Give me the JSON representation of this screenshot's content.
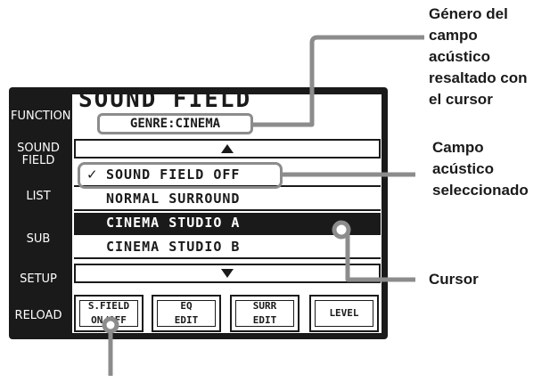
{
  "panel": {
    "side_items": [
      {
        "label": "FUNCTION"
      },
      {
        "label": "SOUND FIELD"
      },
      {
        "label": "LIST"
      },
      {
        "label": "SUB"
      },
      {
        "label": "SETUP"
      },
      {
        "label": "RELOAD"
      }
    ],
    "title": "SOUND FIELD",
    "genre": "GENRE:CINEMA",
    "list": [
      {
        "label": "SOUND FIELD OFF",
        "checked": true
      },
      {
        "label": "NORMAL SURROUND"
      },
      {
        "label": "CINEMA STUDIO A",
        "cursor": true
      },
      {
        "label": "CINEMA STUDIO B"
      }
    ],
    "check_mark": "✓",
    "buttons": [
      {
        "line1": "S.FIELD",
        "line2": "ON/OFF"
      },
      {
        "line1": "EQ",
        "line2": "EDIT"
      },
      {
        "line1": "SURR",
        "line2": "EDIT"
      },
      {
        "line1": "LEVEL",
        "line2": ""
      }
    ]
  },
  "callouts": {
    "genre": [
      "Género del",
      "campo",
      "acústico",
      "resaltado con",
      "el cursor"
    ],
    "selected": [
      "Campo",
      "acústico",
      "seleccionado"
    ],
    "cursor": "Cursor"
  },
  "colors": {
    "panel": "#1a1a1a",
    "leader_line": "#8c8c8c"
  }
}
